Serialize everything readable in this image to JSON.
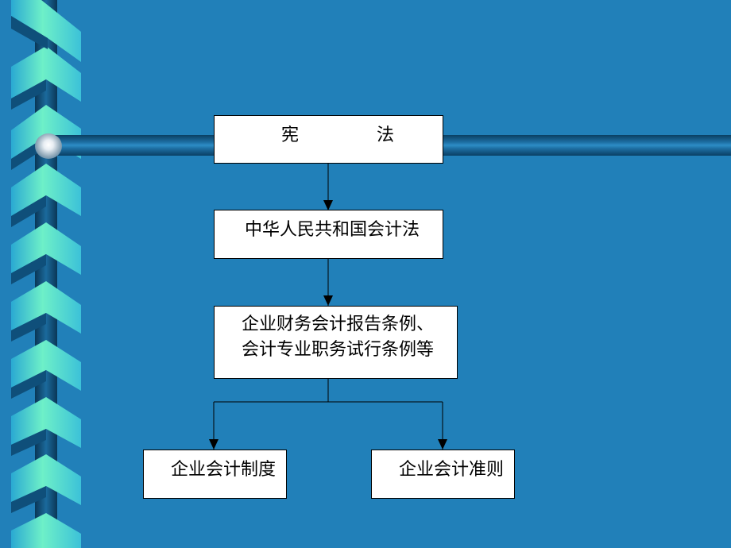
{
  "diagram": {
    "nodes": {
      "constitution": {
        "label_left": "宪",
        "label_right": "法"
      },
      "accounting_law": {
        "label": "中华人民共和国会计法"
      },
      "regulations": {
        "line1": "企业财务会计报告条例、",
        "line2": "会计专业职务试行条例等"
      },
      "system": {
        "label": "企业会计制度"
      },
      "standards": {
        "label": "企业会计准则"
      }
    },
    "edges": [
      {
        "from": "constitution",
        "to": "accounting_law"
      },
      {
        "from": "accounting_law",
        "to": "regulations"
      },
      {
        "from": "regulations",
        "to": "system"
      },
      {
        "from": "regulations",
        "to": "standards"
      }
    ]
  },
  "colors": {
    "background": "#2180b9",
    "ribbon_light": "#66ecc8",
    "ribbon_mid": "#3fb6d7",
    "ribbon_dark": "#0f4f7a",
    "box_fill": "#ffffff",
    "box_border": "#000000"
  }
}
